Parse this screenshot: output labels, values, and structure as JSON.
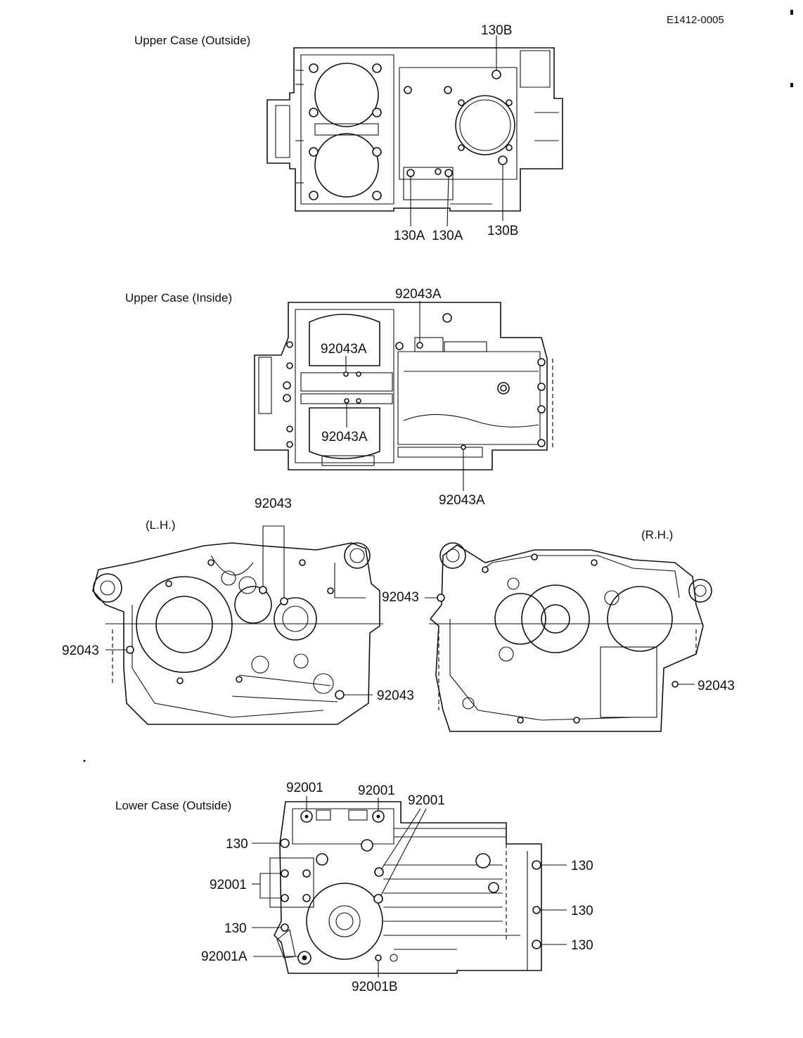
{
  "code": "E1412-0005",
  "sections": {
    "upper_outside": {
      "title": "Upper Case (Outside)",
      "labels": {
        "top_right": "130B",
        "bottom_a1": "130A",
        "bottom_a2": "130A",
        "bottom_b": "130B"
      }
    },
    "upper_inside": {
      "title": "Upper Case (Inside)",
      "labels": {
        "top": "92043A",
        "upper_mid": "92043A",
        "lower_mid": "92043A",
        "bottom": "92043A"
      }
    },
    "side_views": {
      "lh_title": "(L.H.)",
      "rh_title": "(R.H.)",
      "labels": {
        "lh_top": "92043",
        "lh_left": "92043",
        "lh_bottom": "92043",
        "rh_left": "92043",
        "rh_right": "92043"
      }
    },
    "lower_outside": {
      "title": "Lower Case (Outside)",
      "labels": {
        "top1": "92001",
        "top2": "92001",
        "top3": "92001",
        "left130": "130",
        "left_pair": "92001",
        "left130b": "130",
        "left_a": "92001A",
        "bottom_b": "92001B",
        "right1": "130",
        "right2": "130",
        "right3": "130"
      }
    }
  }
}
